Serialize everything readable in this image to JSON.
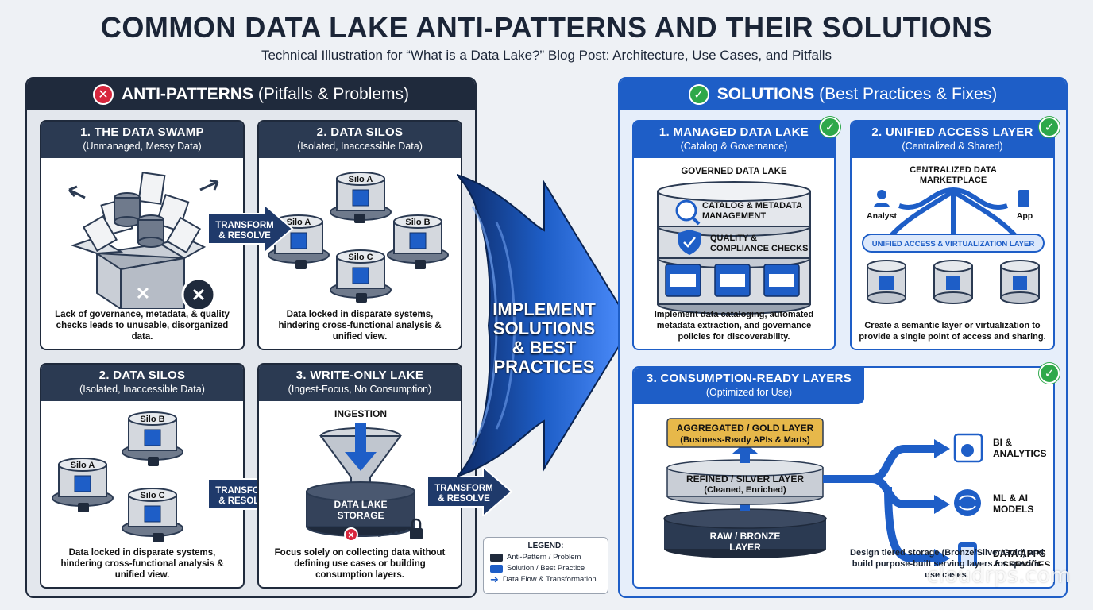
{
  "title": "COMMON DATA LAKE ANTI-PATTERNS AND THEIR SOLUTIONS",
  "subtitle": "Technical Illustration for “What is a Data Lake?” Blog Post: Architecture, Use Cases, and Pitfalls",
  "anti": {
    "head_bold": "ANTI-PATTERNS",
    "head_rest": "(Pitfalls & Problems)",
    "swamp": {
      "title": "1. THE DATA SWAMP",
      "sub": "(Unmanaged, Messy Data)",
      "desc": "Lack of governance, metadata, & quality checks leads to unusable, disorganized data."
    },
    "silos_top": {
      "title": "2. DATA SILOS",
      "sub": "(Isolated, Inaccessible Data)",
      "silo_a": "Silo A",
      "silo_b": "Silo B",
      "silo_c": "Silo C",
      "silo_a2": "Silo A",
      "desc": "Data locked in disparate systems, hindering cross-functional analysis & unified view."
    },
    "silos_bottom": {
      "title": "2. DATA SILOS",
      "sub": "(Isolated, Inaccessible Data)",
      "silo_a": "Silo A",
      "silo_b": "Silo B",
      "silo_c": "Silo C",
      "desc": "Data locked in disparate systems, hindering cross-functional analysis & unified view."
    },
    "write_only": {
      "title": "3. WRITE-ONLY LAKE",
      "sub": "(Ingest-Focus, No Consumption)",
      "ingestion": "INGESTION",
      "storage_1": "DATA LAKE",
      "storage_2": "STORAGE",
      "desc": "Focus solely on collecting data without defining use cases or building consumption layers."
    },
    "transform_1": "TRANSFORM",
    "transform_2": "& RESOLVE"
  },
  "center_arrow": {
    "line1": "IMPLEMENT",
    "line2": "SOLUTIONS",
    "line3": "& BEST",
    "line4": "PRACTICES"
  },
  "legend": {
    "title": "LEGEND:",
    "items": [
      "Anti-Pattern / Problem",
      "Solution / Best Practice",
      "Data Flow & Transformation"
    ]
  },
  "solutions": {
    "head_bold": "SOLUTIONS",
    "head_rest": "(Best Practices & Fixes)",
    "managed": {
      "title": "1. MANAGED DATA LAKE",
      "sub": "(Catalog & Governance)",
      "governed": "GOVERNED DATA LAKE",
      "catalog_1": "CATALOG & METADATA",
      "catalog_2": "MANAGEMENT",
      "quality_1": "QUALITY &",
      "quality_2": "COMPLIANCE CHECKS",
      "desc": "Implement data cataloging, automated metadata extraction, and governance policies for discoverability."
    },
    "unified": {
      "title": "2. UNIFIED ACCESS LAYER",
      "sub": "(Centralized & Shared)",
      "market_1": "CENTRALIZED DATA",
      "market_2": "MARKETPLACE",
      "analyst": "Analyst",
      "app": "App",
      "layer": "UNIFIED ACCESS & VIRTUALIZATION LAYER",
      "desc": "Create a semantic layer or virtualization to provide a single point of access and sharing."
    },
    "consumption": {
      "title": "3. CONSUMPTION-READY LAYERS",
      "sub": "(Optimized for Use)",
      "gold_1": "AGGREGATED / GOLD LAYER",
      "gold_2": "(Business-Ready APIs & Marts)",
      "silver_1": "REFINED / SILVER LAYER",
      "silver_2": "(Cleaned, Enriched)",
      "raw_1": "RAW / BRONZE",
      "raw_2": "LAYER",
      "bi_1": "BI &",
      "bi_2": "ANALYTICS",
      "ml_1": "ML & AI",
      "ml_2": "MODELS",
      "apps_1": "DATA APPS",
      "apps_2": "& SERVICES",
      "desc": "Design tiered storage (Bronze/Silver/Gold) and build purpose-built serving layers for specific use cases."
    }
  },
  "watermark": "cloudrps.com",
  "colors": {
    "dark": "#1f2a3c",
    "blue": "#1e5ec7",
    "green": "#2ea84a",
    "red": "#d7263d",
    "gold": "#e7b84a"
  }
}
